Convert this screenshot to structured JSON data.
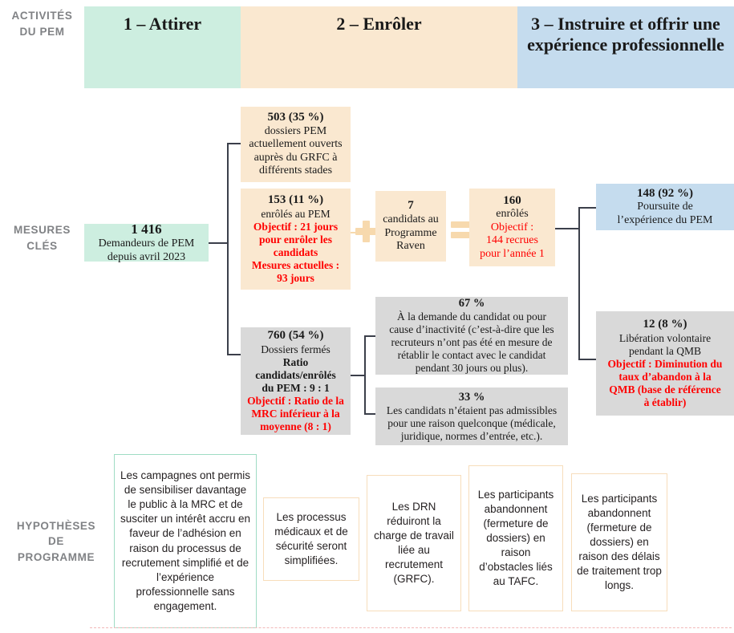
{
  "rows": {
    "activities_label": "ACTIVITÉS\nDU PEM",
    "measures_label": "MESURES\nCLÉS",
    "hypotheses_label": "HYPOTHÈSES\nDE\nPROGRAMME"
  },
  "phases": [
    {
      "label": "1 – Attirer",
      "color": "#cdeee0"
    },
    {
      "label": "2 – Enrôler",
      "color": "#fae8d0"
    },
    {
      "label": "3 – Instruire et offrir une expérience professionnelle",
      "color": "#c5dcee"
    }
  ],
  "colors": {
    "phase1": "#cdeee0",
    "phase2": "#fae8d0",
    "phase3": "#c5dcee",
    "grey_box": "#d9d9d9",
    "target_red": "#ff0000",
    "connector": "#3b3f4a",
    "operator": "#f7d9ad",
    "row_label": "#808285",
    "dashed_rule": "#f2b8b8"
  },
  "boxes": {
    "applicants": {
      "headline": "1 416",
      "lines": [
        "Demandeurs de PEM",
        "depuis avril 2023"
      ]
    },
    "open_files": {
      "headline": "503 (35 %)",
      "lines": [
        "dossiers PEM",
        "actuellement ouverts",
        "auprès du GRFC à",
        "différents stades"
      ]
    },
    "enrolled": {
      "headline": "153 (11 %)",
      "lines": [
        "enrôlés au PEM"
      ],
      "target_lines": [
        "Objectif : 21 jours",
        "pour enrôler les",
        "candidats",
        "Mesures actuelles :",
        "93 jours"
      ]
    },
    "raven": {
      "headline": "7",
      "lines": [
        "candidats au",
        "Programme",
        "Raven"
      ]
    },
    "total_enrolled": {
      "headline": "160",
      "lines": [
        "enrôlés"
      ],
      "target_lines": [
        "Objectif :",
        "144 recrues",
        "pour l’année 1"
      ]
    },
    "continuing": {
      "headline": "148 (92 %)",
      "lines": [
        "Poursuite de",
        "l’expérience du PEM"
      ]
    },
    "voluntary_release": {
      "headline": "12 (8 %)",
      "lines": [
        "Libération volontaire",
        "pendant la QMB"
      ],
      "target_lines": [
        "Objectif : Diminution du",
        "taux d’abandon à la",
        "QMB (base de référence",
        "à établir)"
      ]
    },
    "closed_files": {
      "headline": "760 (54 %)",
      "lines": [
        "Dossiers fermés"
      ],
      "bold_lines": [
        "Ratio",
        "candidats/enrôlés",
        "du PEM : 9 : 1"
      ],
      "target_lines": [
        "Objectif : Ratio de la",
        "MRC inférieur à la",
        "moyenne (8 : 1)"
      ]
    },
    "reason_inactivity": {
      "headline": "67 %",
      "lines": [
        "À la demande du candidat ou pour",
        "cause d’inactivité (c’est-à-dire que les",
        "recruteurs n’ont pas été en mesure de",
        "rétablir le contact avec le candidat",
        "pendant 30 jours ou plus)."
      ]
    },
    "reason_ineligible": {
      "headline": "33 %",
      "lines": [
        "Les candidats n’étaient pas admissibles",
        "pour une raison quelconque (médicale,",
        "juridique, normes d’entrée, etc.)."
      ]
    }
  },
  "operators": {
    "plus": "+",
    "equals": "="
  },
  "hypotheses": [
    {
      "text": "Les campagnes ont permis de sensibiliser davantage le public à la MRC et de susciter un intérêt accru en faveur de l’adhésion en raison du processus de recrutement simplifié et de l’expérience professionnelle sans engagement.",
      "accent": "green"
    },
    {
      "text": "Les processus médicaux et de sécurité seront simplifiées.",
      "accent": "peach"
    },
    {
      "text": "Les DRN réduiront la charge de travail liée au recrutement (GRFC).",
      "accent": "peach"
    },
    {
      "text": "Les participants abandonnent (fermeture de dossiers) en raison d’obstacles liés au TAFC.",
      "accent": "peach"
    },
    {
      "text": "Les participants abandonnent (fermeture de dossiers) en raison des délais de traitement trop longs.",
      "accent": "peach"
    }
  ]
}
